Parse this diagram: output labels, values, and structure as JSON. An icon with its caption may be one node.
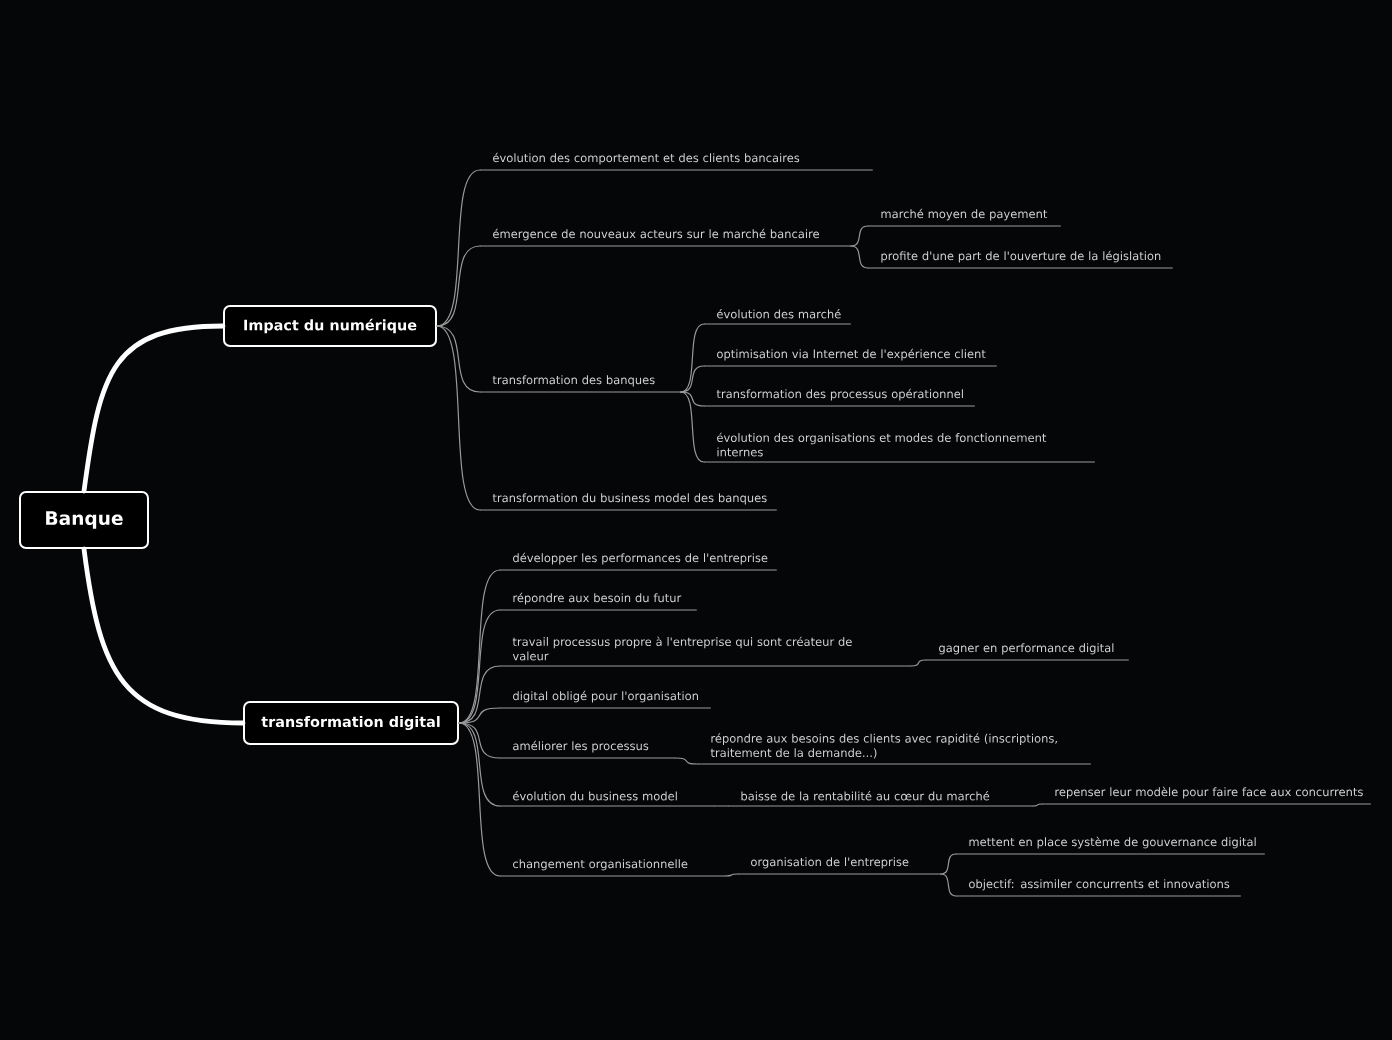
{
  "diagram": {
    "nodes": [
      {
        "text": [
          "Banque"
        ]
      },
      {
        "text": [
          "Impact du numérique"
        ]
      },
      {
        "text": [
          "transformation digital"
        ]
      },
      {
        "text": [
          "évolution des comportement et des clients bancaires"
        ]
      },
      {
        "text": [
          "émergence de nouveaux acteurs sur le marché bancaire"
        ]
      },
      {
        "text": [
          "marché moyen de payement"
        ]
      },
      {
        "text": [
          "profite d'une part de l'ouverture de la législation"
        ]
      },
      {
        "text": [
          "transformation des banques"
        ]
      },
      {
        "text": [
          "évolution des marché"
        ]
      },
      {
        "text": [
          "optimisation via Internet de l'expérience client"
        ]
      },
      {
        "text": [
          "transformation des processus opérationnel"
        ]
      },
      {
        "text": [
          "évolution des organisations et modes de fonctionnement internes"
        ]
      },
      {
        "text": [
          "transformation du business model des banques"
        ]
      },
      {
        "text": [
          "développer les performances de l'entreprise"
        ]
      },
      {
        "text": [
          "répondre aux besoin du futur"
        ]
      },
      {
        "text": [
          "travail processus propre à l'entreprise qui sont créateur de valeur"
        ]
      },
      {
        "text": [
          "gagner en performance digital"
        ]
      },
      {
        "text": [
          "digital obligé pour l'organisation"
        ]
      },
      {
        "text": [
          "améliorer les processus"
        ]
      },
      {
        "text": [
          "répondre aux besoins des clients avec rapidité (inscriptions, traitement de la demande...)"
        ]
      },
      {
        "text": [
          "évolution du business model"
        ]
      },
      {
        "text": [
          "baisse de la rentabilité au cœur du marché"
        ]
      },
      {
        "text": [
          "repenser leur modèle pour faire face aux concurrents"
        ]
      },
      {
        "text": [
          "changement organisationnelle"
        ]
      },
      {
        "text": [
          "organisation de l'entreprise"
        ]
      },
      {
        "text": [
          "mettent en place système de gouvernance digital"
        ]
      },
      {
        "text": [
          "objectif: assimiler concurrents et innovations"
        ]
      }
    ],
    "edges": [
      {
        "from": 0,
        "to": 1,
        "arrow": "none",
        "style": "thick",
        "color": "#ffffff"
      },
      {
        "from": 0,
        "to": 2,
        "arrow": "none",
        "style": "thick",
        "color": "#ffffff"
      },
      {
        "from": 1,
        "to": 3,
        "arrow": "none"
      },
      {
        "from": 1,
        "to": 4,
        "arrow": "none"
      },
      {
        "from": 4,
        "to": 5,
        "arrow": "none"
      },
      {
        "from": 4,
        "to": 6,
        "arrow": "none"
      },
      {
        "from": 1,
        "to": 7,
        "arrow": "none"
      },
      {
        "from": 7,
        "to": 8,
        "arrow": "none"
      },
      {
        "from": 7,
        "to": 9,
        "arrow": "none"
      },
      {
        "from": 7,
        "to": 10,
        "arrow": "none"
      },
      {
        "from": 7,
        "to": 11,
        "arrow": "none"
      },
      {
        "from": 1,
        "to": 12,
        "arrow": "none"
      },
      {
        "from": 2,
        "to": 13,
        "arrow": "none"
      },
      {
        "from": 2,
        "to": 14,
        "arrow": "none"
      },
      {
        "from": 2,
        "to": 15,
        "arrow": "none"
      },
      {
        "from": 15,
        "to": 16,
        "arrow": "none"
      },
      {
        "from": 2,
        "to": 17,
        "arrow": "none"
      },
      {
        "from": 2,
        "to": 18,
        "arrow": "none"
      },
      {
        "from": 18,
        "to": 19,
        "arrow": "none"
      },
      {
        "from": 2,
        "to": 20,
        "arrow": "none"
      },
      {
        "from": 20,
        "to": 21,
        "arrow": "none"
      },
      {
        "from": 21,
        "to": 22,
        "arrow": "none"
      },
      {
        "from": 2,
        "to": 23,
        "arrow": "none"
      },
      {
        "from": 23,
        "to": 24,
        "arrow": "none"
      },
      {
        "from": 24,
        "to": 25,
        "arrow": "none"
      },
      {
        "from": 24,
        "to": 26,
        "arrow": "none"
      }
    ]
  }
}
